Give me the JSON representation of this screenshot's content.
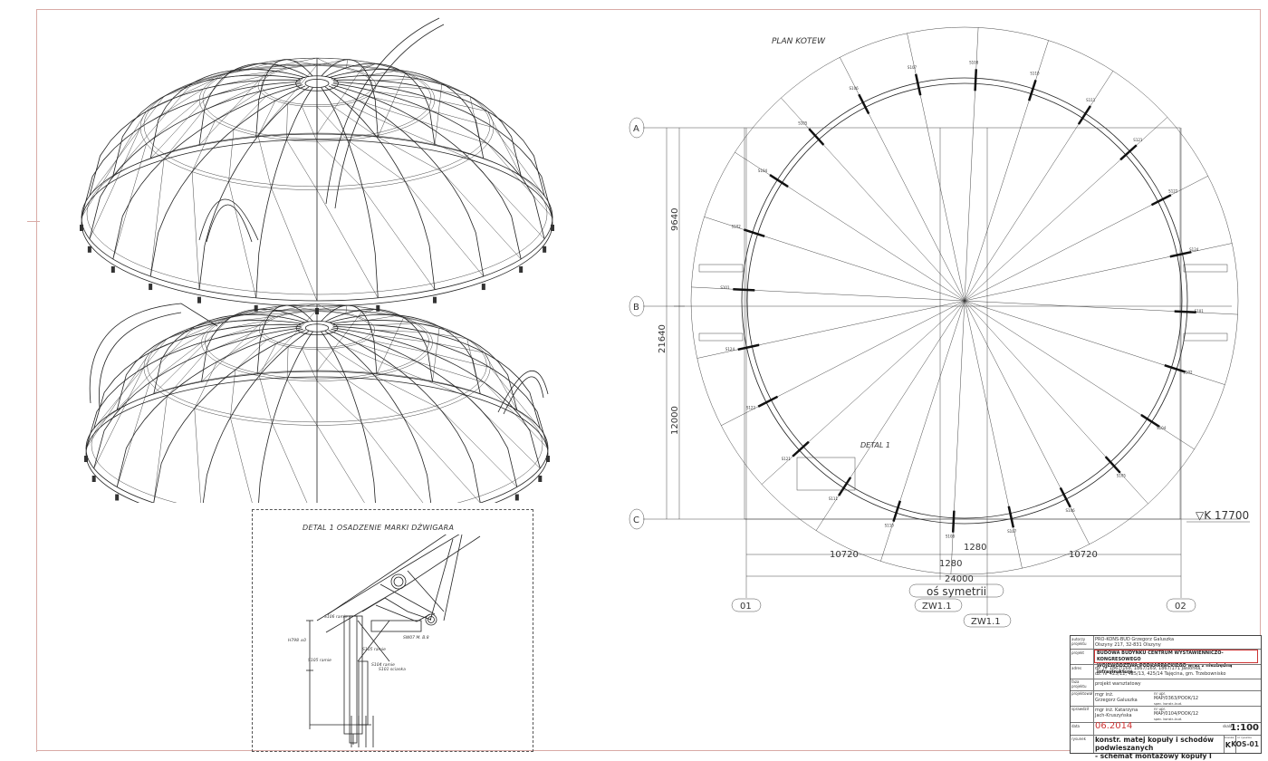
{
  "plan": {
    "title": "PLAN KOTEW",
    "grid_rows": [
      "A",
      "B",
      "C"
    ],
    "grid_cols": [
      "01",
      "02"
    ],
    "dim_overall_vertical": "21640",
    "dim_upper": "9640",
    "dim_lower": "12000",
    "dim_left": "10720",
    "dim_right": "10720",
    "dim_center_a": "1280",
    "dim_center_b": "1280",
    "dim_total": "24000",
    "axis_label": "oś symetrii",
    "zw_left": "ZW1.1",
    "zw_right": "ZW1.1",
    "level_mark": "▽K 17700",
    "detail_ref": "DETAL 1",
    "anchor_tags": [
      "S101",
      "S102",
      "S104",
      "S105",
      "S106",
      "S107",
      "S108",
      "S110",
      "S111",
      "S121",
      "S122",
      "S124"
    ]
  },
  "detail": {
    "title": "DETAL 1 OSADZENIE MARKI DŹWIGARA",
    "tags": [
      "S106 ramie",
      "S105 ramie",
      "S105 ramie",
      "S104 ramie",
      "S101 scianka",
      "H798 ±0",
      "SW07 M. B.8"
    ]
  },
  "title_block": {
    "row1_label": "autorzy projektu",
    "row1_val1": "PRO-KONS-BUD Grzegorz Galuszka",
    "row1_val2": "Olszyny 217, 32-831 Olszyny",
    "row2_label": "projekt",
    "row2_val1": "BUDOWA BUDYNKU CENTRUM WYSTAWIENNICZO-KONGRESOWEGO",
    "row2_val2": "WOJEWÓDZTWA PODKARPACKIEGO wraz z niezbędną infrastrukturą",
    "row3_label": "adres",
    "row3_val1": "dz. nr 1867/168, 1867/169, 1867/171 Jasionka,",
    "row3_val2": "dz. nr 425/12, 425/13, 425/14 Tajęcina, gm. Trzebownisko",
    "row4_label": "faza projektu",
    "row4_val": "projekt warsztatowy",
    "row5_label": "projektował",
    "row5_name1": "mgr inż.",
    "row5_name2": "Grzegorz Galuszka",
    "row5_lic1": "nr upr.",
    "row5_lic2": "MAP/0363/POOK/12",
    "row5_lic3": "spec. konstr.-bud.",
    "row6_label": "sprawdził",
    "row6_name1": "mgr inż. Katarzyna",
    "row6_name2": "Jach-Kruszyńska",
    "row6_lic1": "nr upr.",
    "row6_lic2": "MAP/0104/POOK/12",
    "row6_lic3": "spec. konstr.-bud.",
    "date_label": "data",
    "date": "06.2014",
    "scale_label": "skala",
    "scale": "1:100",
    "drawing_label": "rysunek",
    "drawing_title1": "konstr. matej kopuły i schodów podwieszanych",
    "drawing_title2": "- schemat montażowy kopuły I",
    "branch": "K",
    "drawing_no": "KOS-01",
    "branch_label": "branża",
    "no_label": "nr rysunku"
  }
}
